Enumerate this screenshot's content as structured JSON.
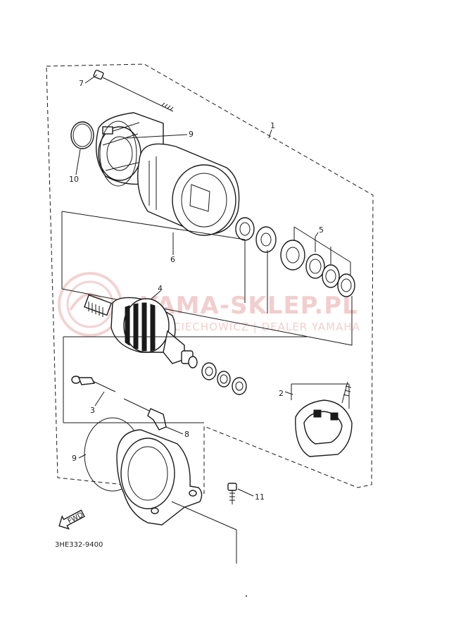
{
  "diagram_code": "3HE332-9400",
  "callouts": {
    "c1": "1",
    "c2": "2",
    "c3": "3",
    "c4": "4",
    "c5": "5",
    "c6": "6",
    "c7": "7",
    "c8": "8",
    "c9a": "9",
    "c9b": "9",
    "c10": "10",
    "c11": "11"
  },
  "fwd_label": "FWD",
  "watermark": {
    "main": "YAMA-SKLEP.PL",
    "sub": "WOJCIECHOWICZ | DEALER YAMAHA"
  }
}
